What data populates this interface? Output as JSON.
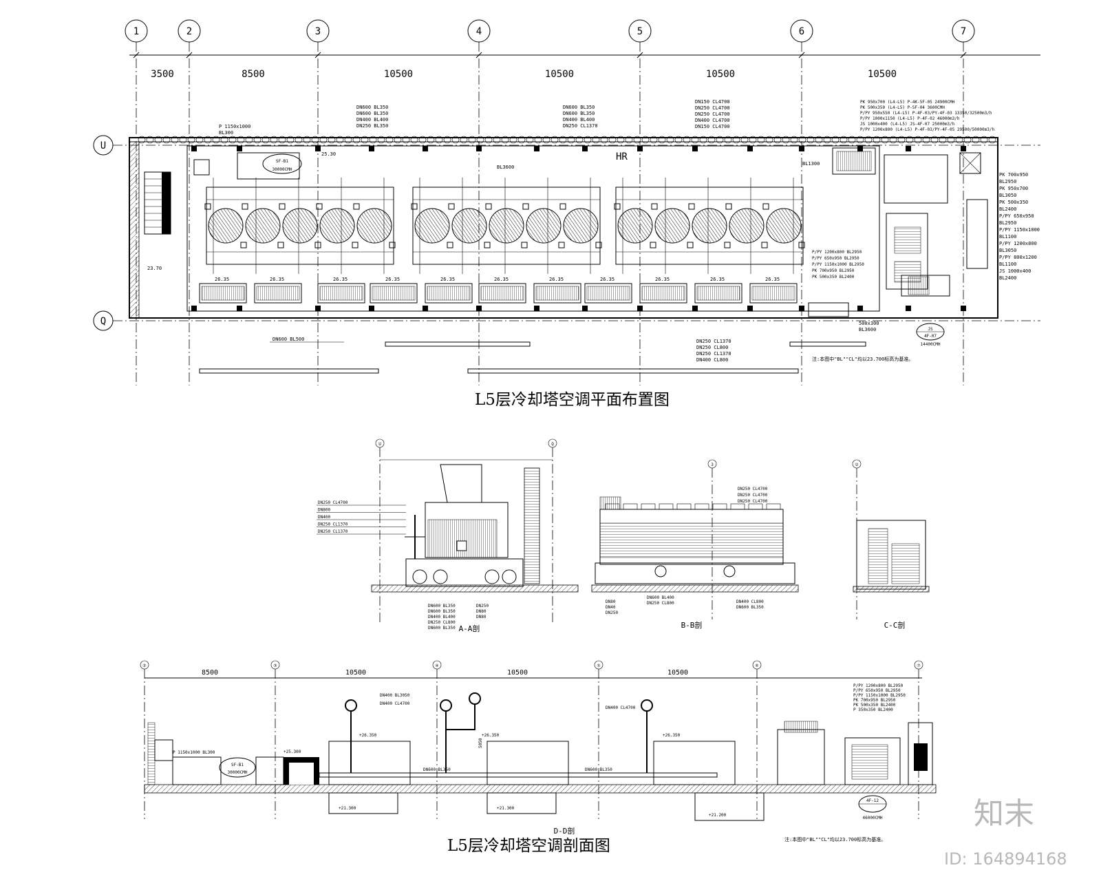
{
  "plan": {
    "title": "L5层冷却塔空调平面布置图",
    "grid_labels": [
      "1",
      "2",
      "3",
      "4",
      "5",
      "6",
      "7"
    ],
    "row_labels": [
      "U",
      "Q"
    ],
    "dimensions": [
      "3500",
      "8500",
      "10500",
      "10500",
      "10500",
      "10500"
    ],
    "elevations": [
      "26.35",
      "26.35",
      "26.35",
      "26.35",
      "26.35",
      "26.35",
      "26.35",
      "26.35",
      "26.35",
      "26.35",
      "26.35"
    ],
    "elevation_left": "23.70",
    "equipment_label": "SF-B1",
    "equipment_flow": "30000CMH",
    "duct_label_1": "P 1150x1000",
    "duct_label_2": "BL300",
    "pipe_labels_left": [
      "DN600 BL350",
      "DN600 BL350",
      "DN400 BL400",
      "DN250 BL350"
    ],
    "pipe_labels_mid": [
      "DN600 BL350",
      "DN600 BL350",
      "DN400 BL400",
      "DN250 CL1370"
    ],
    "pipe_labels_right": [
      "DN150 CL4700",
      "DN250 CL4700",
      "DN250 CL4700",
      "DN400 CL4700",
      "DN150 CL4700"
    ],
    "pipe_labels_bottom": [
      "DN250 CL1370",
      "DN250 CL800",
      "DN250 CL1370",
      "DN400 CL800"
    ],
    "bottom_left_pipe": "DN600 BL500",
    "duct_right": [
      "PK 700x950",
      "BL2950",
      "PK 950x700",
      "BL3050",
      "PK 500x350",
      "BL2400",
      "P/PY 650x950",
      "BL2950",
      "P/PY 1150x1000",
      "BL1100",
      "P/PY 1200x800",
      "BL3050",
      "P/PY 800x1200",
      "BL1100",
      "JS 1000x400",
      "BL2400"
    ],
    "duct_top_right": [
      "PK 950x700 (L4-L5) P-4K-5F-05 24900CMH",
      "PK 500x350 (L4-L5) P-5F-04 3600CMH",
      "P/PY 950x550 (L4-L5) P-4F-03/PY-4F-03 13350/32500m3/h",
      "P/PY 1000x1150 (L4-L5) P-4F-02 46000m3/h",
      "JS 1000x400 (L4-L5) JS-4F-07 25000m3/h",
      "P/PY 1200x800 (L4-L5) P-4F-03/PY-4F-05 29500/50000m3/h"
    ],
    "duct_mid_right": [
      "P/PY 1200x800 BL2950",
      "P/PY 650x950 BL2950",
      "P/PY 1150x1000 BL2950",
      "PK 700x950 BL2950",
      "PK 500x350 BL2400"
    ],
    "js_label": "JS",
    "js_num": "4F-07",
    "js_flow": "14400CMH",
    "duct_bl": "BL1300",
    "duct_bl3600": "BL3600",
    "duct_500": "500x300",
    "bl3600_top": "BL3600",
    "hr_label": "HR",
    "note": "注:本图中\"BL\"\"CL\"均以23.700标高为基准。",
    "elev_25": "25.30"
  },
  "sections": {
    "title": "L5层冷却塔空调剖面图",
    "aa": {
      "label": "A-A剖",
      "grid": [
        "U",
        "Q"
      ],
      "pipes_left": [
        "DN250 CL4700",
        "DN800",
        "DN400",
        "DN250 CL1370",
        "DN250 CL1370"
      ],
      "pipes_bottom": [
        "DN600 BL350",
        "DN600 BL350",
        "DN400 BL400",
        "DN250 CL800",
        "DN600 BL350"
      ],
      "pipes_bottom_right": [
        "DN250",
        "DN80",
        "DN80"
      ]
    },
    "bb": {
      "label": "B-B剖",
      "grid": "3",
      "pipes_top": [
        "DN250 CL4700",
        "DN250 CL4700",
        "DN250 CL4700"
      ],
      "pipes_bottom_left": [
        "DN80",
        "DN40",
        "DN250"
      ],
      "pipes_bottom_mid": [
        "DN600 BL400",
        "DN250 CL800"
      ],
      "pipes_bottom_right": [
        "DN400 CL800",
        "DN600 BL350"
      ]
    },
    "cc": {
      "label": "C-C剖",
      "grid": "U"
    },
    "dd": {
      "label": "D-D剖",
      "grid": [
        "②",
        "③",
        "④",
        "⑤",
        "⑥",
        "⑦"
      ],
      "dimensions": [
        "8500",
        "10500",
        "10500",
        "10500"
      ],
      "pipes_top": [
        "DN400 BL3050",
        "DN400 CL4700",
        "DN400 CL4700"
      ],
      "pipe_mid": [
        "DN600 BL350",
        "DN600 BL350"
      ],
      "elev": [
        "+26.350",
        "+26.350",
        "+26.350",
        "+25.300",
        "+21.300",
        "+21.300",
        "+21.200"
      ],
      "dim_5050": "5050",
      "equip": "SF-B1",
      "equip_flow": "30000CMH",
      "duct_label": "P 1150x1000 BL300",
      "right_equip": "4F-12",
      "right_flow": "46000CMH",
      "duct_right": [
        "P/PY 1200x800 BL2950",
        "P/PY 650x950 BL2950",
        "P/PY 1150x1000 BL2950",
        "PK 700x950 BL2950",
        "PK 500x350 BL2400",
        "P 350x350 BL2400"
      ],
      "note": "注:本图中\"BL\"\"CL\"均以23.700标高为基准。"
    }
  },
  "watermark": {
    "brand": "知末",
    "id": "ID: 164894168"
  }
}
